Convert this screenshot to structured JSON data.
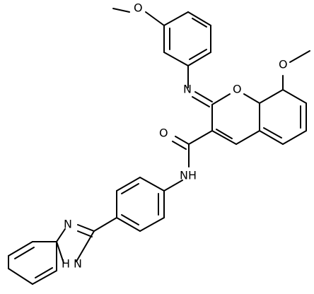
{
  "molecule": {
    "atom_labels": {
      "ring_oxygen": "O",
      "imine_nitrogen": "N",
      "methoxy_oxygen_top": "O",
      "methoxy_oxygen_right": "O",
      "carbonyl_oxygen": "O",
      "amide_nh": "NH",
      "benzimidazole_n": "N",
      "benzimidazole_nh_n": "N",
      "benzimidazole_nh_h": "H"
    }
  },
  "colors": {
    "bond": "#000000",
    "background": "#ffffff"
  }
}
